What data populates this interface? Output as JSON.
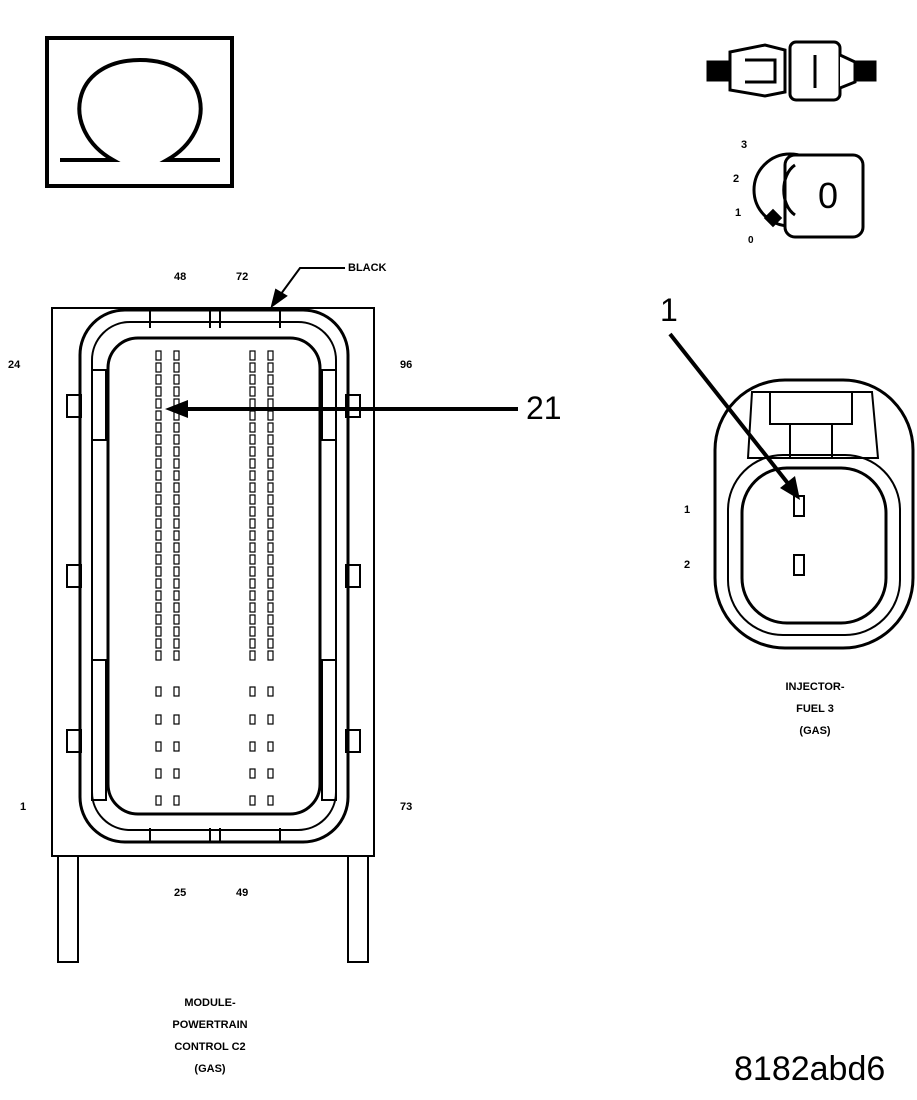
{
  "ohm_box": {
    "symbol": "Ω"
  },
  "ignition_key": {
    "positions": [
      "3",
      "2",
      "1",
      "0"
    ],
    "key_label": "0"
  },
  "pcm_connector": {
    "color_label": "BLACK",
    "pin_numbers": {
      "top_left": "48",
      "top_right": "72",
      "side_left_top": "24",
      "side_right_top": "96",
      "side_left_bottom": "1",
      "side_right_bottom": "73",
      "bottom_left": "25",
      "bottom_right": "49"
    },
    "callout": "21",
    "caption": [
      "MODULE-",
      "POWERTRAIN",
      "CONTROL C2",
      "(GAS)"
    ]
  },
  "injector_connector": {
    "callout": "1",
    "pin_labels": [
      "1",
      "2"
    ],
    "caption": [
      "INJECTOR-",
      "FUEL 3",
      "(GAS)"
    ]
  },
  "figure_code": "8182abd6"
}
